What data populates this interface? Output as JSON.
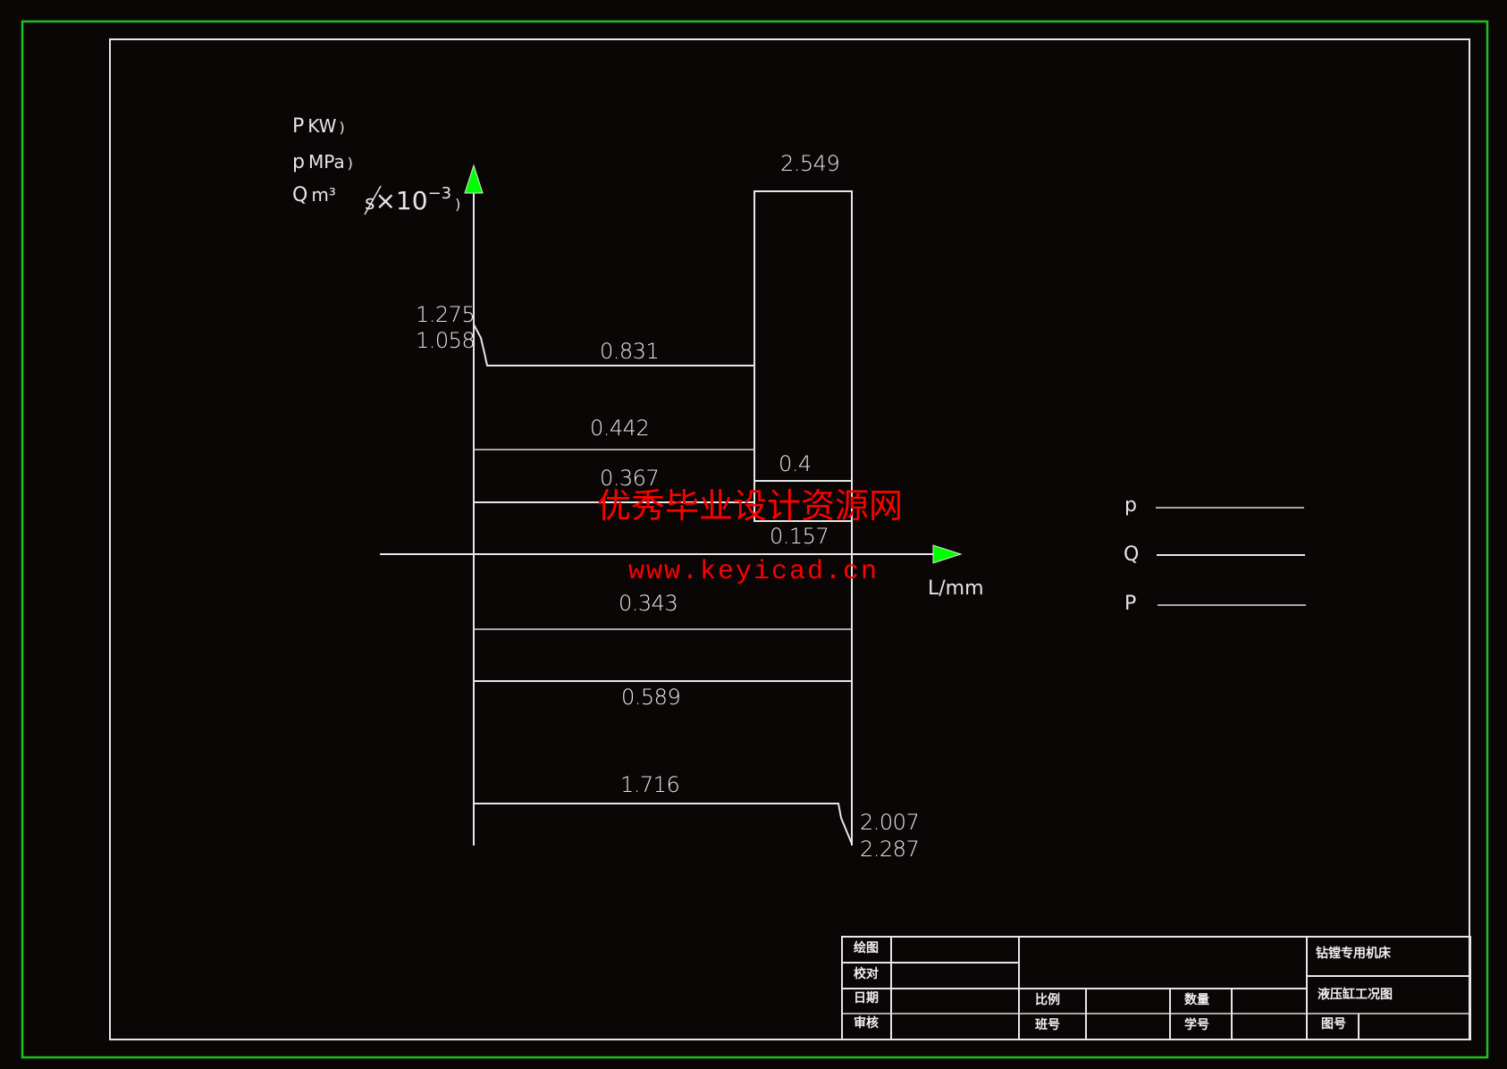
{
  "drawing": {
    "frame_colors": {
      "outer": "#1fc21f",
      "inner": "#e6e6e6",
      "background": "#0a0606",
      "arrow": "#00ff00",
      "watermark": "#ff0000"
    },
    "y_axis_labels": [
      "P(KW)",
      "p(MPa)",
      "Q(m³/s×10⁻³)"
    ],
    "y_axis_label_parts": {
      "P": "P",
      "P_unit": "KW",
      "p": "p",
      "p_unit": "MPa",
      "Q": "Q",
      "Q_unit": "m³",
      "Q_slash": "/",
      "Q_s": "s",
      "Q_times": "×10",
      "Q_exp": "−3",
      "paren": ")"
    },
    "x_axis_label": "L/mm",
    "values": {
      "peak_top": "2.549",
      "start_upper": "1.275",
      "start_lower": "1.058",
      "p_work": "0.831",
      "q_fast_forward": "0.442",
      "q_inner": "0.4",
      "q_work": "0.367",
      "q_small": "0.157",
      "neg_1": "0.343",
      "neg_2": "0.589",
      "neg_3": "1.716",
      "end_upper": "2.007",
      "end_lower": "2.287"
    },
    "legend": [
      {
        "symbol": "p"
      },
      {
        "symbol": "Q"
      },
      {
        "symbol": "P"
      }
    ],
    "watermark": {
      "text_cn": "优秀毕业设计资源网",
      "url": "www.keyicad.cn"
    }
  },
  "title_block": {
    "labels": {
      "draw": "绘图",
      "check": "校对",
      "date": "日期",
      "review": "审核",
      "scale": "比例",
      "class_no": "班号",
      "quantity": "数量",
      "student_no": "学号",
      "drawing_no": "图号"
    },
    "project": "钻镗专用机床",
    "drawing_title": "液压缸工况图"
  }
}
